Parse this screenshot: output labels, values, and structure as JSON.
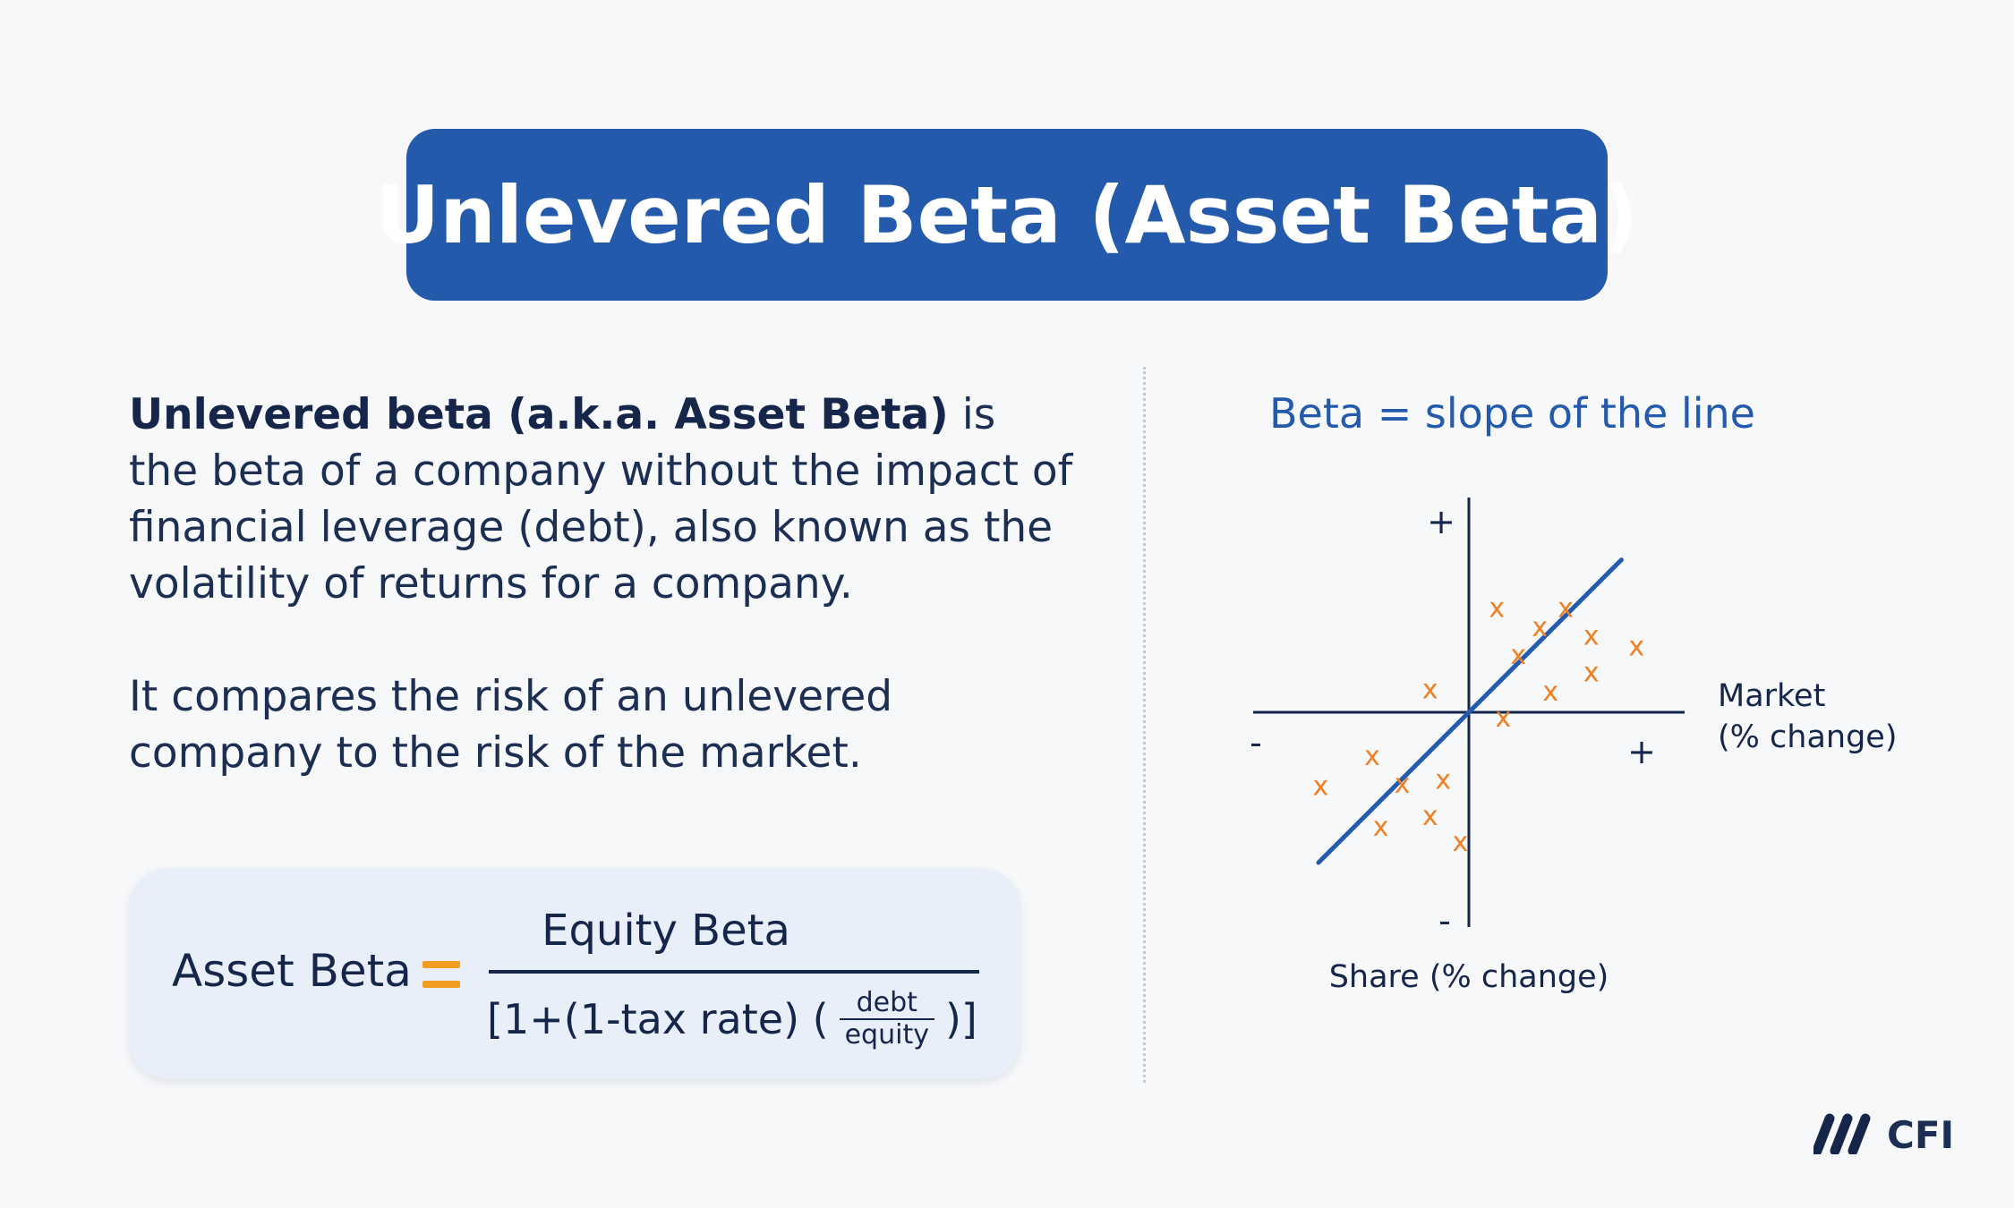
{
  "title": "Unlevered Beta (Asset Beta)",
  "description": {
    "lead_bold": "Unlevered beta (a.k.a. Asset Beta)",
    "lead_rest": " is the beta of a company without the impact of financial leverage (debt), also known as the volatility of returns for a company.",
    "paragraph2": "It compares the risk of an unlevered company to the risk of the market."
  },
  "formula": {
    "lhs": "Asset Beta",
    "numerator": "Equity Beta",
    "denominator_prefix": "[1+(1-tax rate) (",
    "ratio_numerator": "debt",
    "ratio_denominator": "equity",
    "denominator_suffix": ")]"
  },
  "chart_data": {
    "type": "scatter",
    "title": "Beta = slope of the line",
    "x_axis_label_line1": "Market",
    "x_axis_label_line2": "(% change)",
    "y_axis_label": "Share (% change)",
    "x_pos_sign": "+",
    "x_neg_sign": "-",
    "y_pos_sign": "+",
    "y_neg_sign": "-",
    "marker": "x",
    "xlim": [
      -1,
      1
    ],
    "ylim": [
      -1,
      1
    ],
    "points": [
      [
        0.13,
        0.49
      ],
      [
        0.33,
        0.4
      ],
      [
        0.45,
        0.49
      ],
      [
        0.57,
        0.36
      ],
      [
        0.78,
        0.31
      ],
      [
        0.23,
        0.27
      ],
      [
        0.57,
        0.19
      ],
      [
        0.38,
        0.1
      ],
      [
        -0.18,
        0.11
      ],
      [
        0.16,
        -0.02
      ],
      [
        -0.45,
        -0.2
      ],
      [
        -0.69,
        -0.34
      ],
      [
        -0.31,
        -0.33
      ],
      [
        -0.12,
        -0.31
      ],
      [
        -0.41,
        -0.53
      ],
      [
        -0.18,
        -0.48
      ],
      [
        -0.04,
        -0.6
      ]
    ],
    "fit_line": {
      "slope": 1.0,
      "x_range": [
        -0.7,
        0.71
      ]
    },
    "colors": {
      "axis": "#15264a",
      "line": "#245aab",
      "marker": "#f07f22"
    }
  },
  "logo": {
    "text": "CFI",
    "icon": "cfi-logo-icon"
  }
}
